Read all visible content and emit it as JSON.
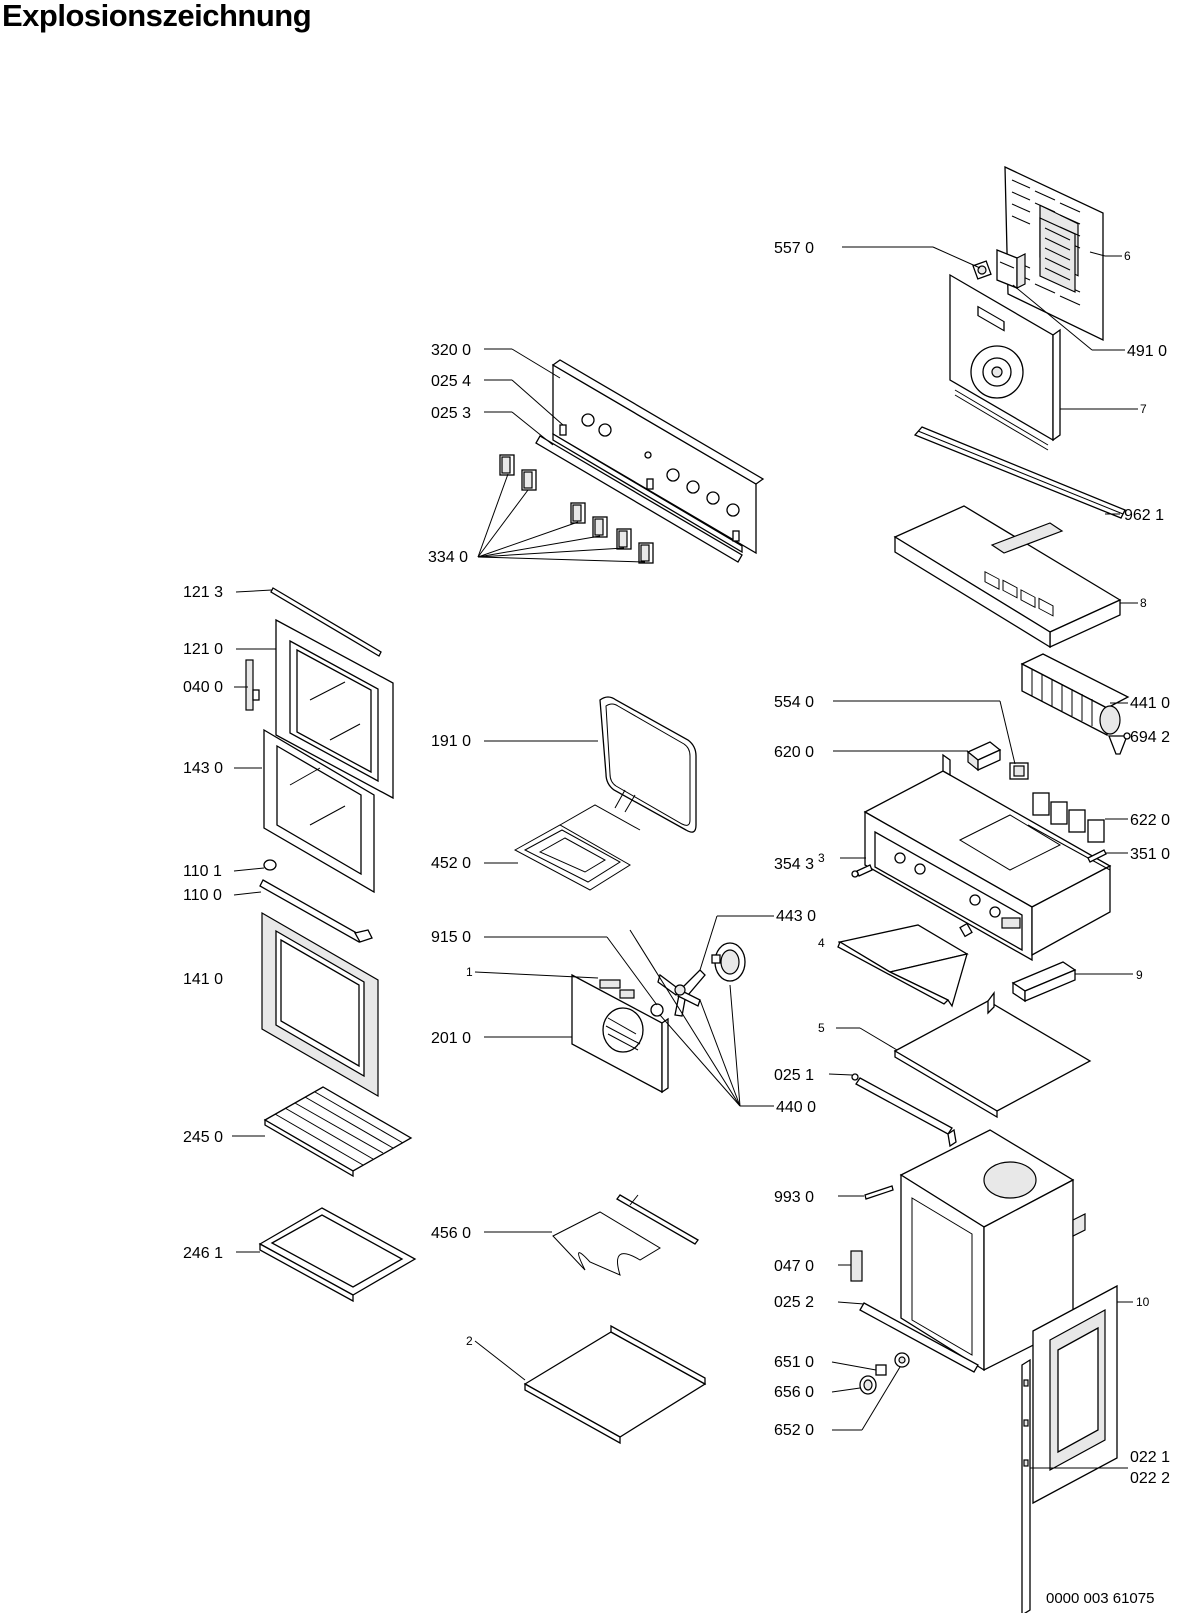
{
  "title": "Explosionszeichnung",
  "document_number": "0000 003 61075",
  "labels": {
    "l_5570": "557 0",
    "l_4910": "491 0",
    "l_6": "6",
    "l_7": "7",
    "l_3200": "320 0",
    "l_0254": "025 4",
    "l_0253": "025 3",
    "l_9621": "962 1",
    "l_3340": "334 0",
    "l_8": "8",
    "l_1213": "121 3",
    "l_1210": "121 0",
    "l_0400": "040 0",
    "l_1430": "143 0",
    "l_1101": "110 1",
    "l_1100": "110 0",
    "l_1410": "141 0",
    "l_2450": "245 0",
    "l_2461": "246 1",
    "l_1910": "191 0",
    "l_4520": "452 0",
    "l_9150": "915 0",
    "l_1": "1",
    "l_2010": "201 0",
    "l_4560": "456 0",
    "l_2": "2",
    "l_4430": "443 0",
    "l_4400": "440 0",
    "l_5540": "554 0",
    "l_6200": "620 0",
    "l_4410": "441 0",
    "l_6942": "694 2",
    "l_6220": "622 0",
    "l_3": "3",
    "l_3543": "354 3",
    "l_3510": "351 0",
    "l_4": "4",
    "l_9": "9",
    "l_5": "5",
    "l_0251": "025 1",
    "l_9930": "993 0",
    "l_0470": "047 0",
    "l_0252": "025 2",
    "l_10": "10",
    "l_6510": "651 0",
    "l_6560": "656 0",
    "l_6520": "652 0",
    "l_0221": "022 1",
    "l_0222": "022 2"
  }
}
